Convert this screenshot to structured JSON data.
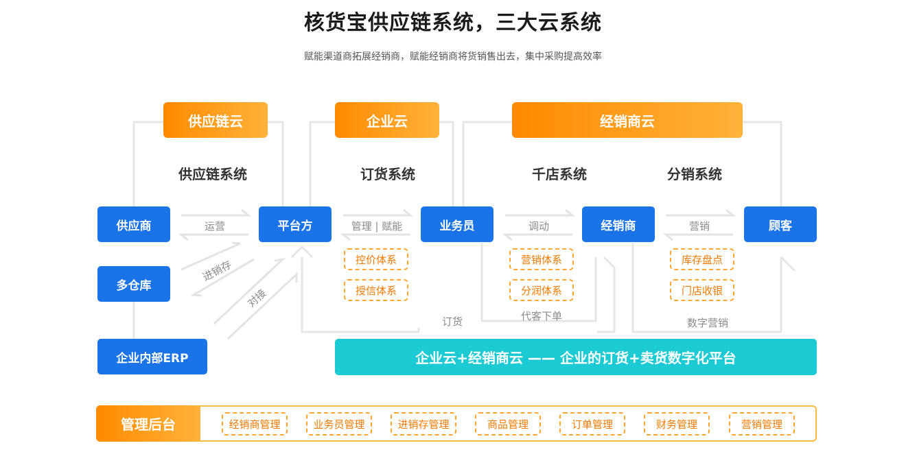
{
  "header": {
    "title": "核货宝供应链系统，三大云系统",
    "subtitle": "赋能渠道商拓展经销商，赋能经销商将货销售出去，集中采购提高效率"
  },
  "clouds": {
    "supply_chain": "供应链云",
    "enterprise": "企业云",
    "dealer": "经销商云"
  },
  "systems": {
    "supply_chain": "供应链系统",
    "ordering": "订货系统",
    "thousand_stores": "千店系统",
    "distribution": "分销系统"
  },
  "nodes": {
    "supplier": "供应商",
    "platform": "平台方",
    "salesman": "业务员",
    "dealer": "经销商",
    "customer": "顾客",
    "multi_warehouse": "多仓库",
    "erp": "企业内部ERP"
  },
  "arrow_labels": {
    "operation": "运营",
    "manage_empower": "管理 | 赋能",
    "dispatch": "调动",
    "marketing": "营销",
    "inventory_flow": "进销存",
    "docking": "对接",
    "order": "订货",
    "proxy_order": "代客下单",
    "digital_marketing": "数字营销"
  },
  "subsystems": {
    "price_control": "控价体系",
    "credit": "授信体系",
    "marketing_system": "营销体系",
    "profit_sharing": "分润体系",
    "stocktake": "库存盘点",
    "store_cashier": "门店收银"
  },
  "platform_banner": "企业云+经销商云 —— 企业的订货+卖货数字化平台",
  "admin": {
    "title": "管理后台",
    "items": [
      "经销商管理",
      "业务员管理",
      "进销存管理",
      "商品管理",
      "订单管理",
      "财务管理",
      "营销管理"
    ]
  },
  "colors": {
    "node_blue": "#1a74e8",
    "cloud_orange": "#ff8a00",
    "platform_teal": "#1ccad4",
    "dashed_orange": "#ffa630",
    "line_gray": "#e6e6e6"
  }
}
